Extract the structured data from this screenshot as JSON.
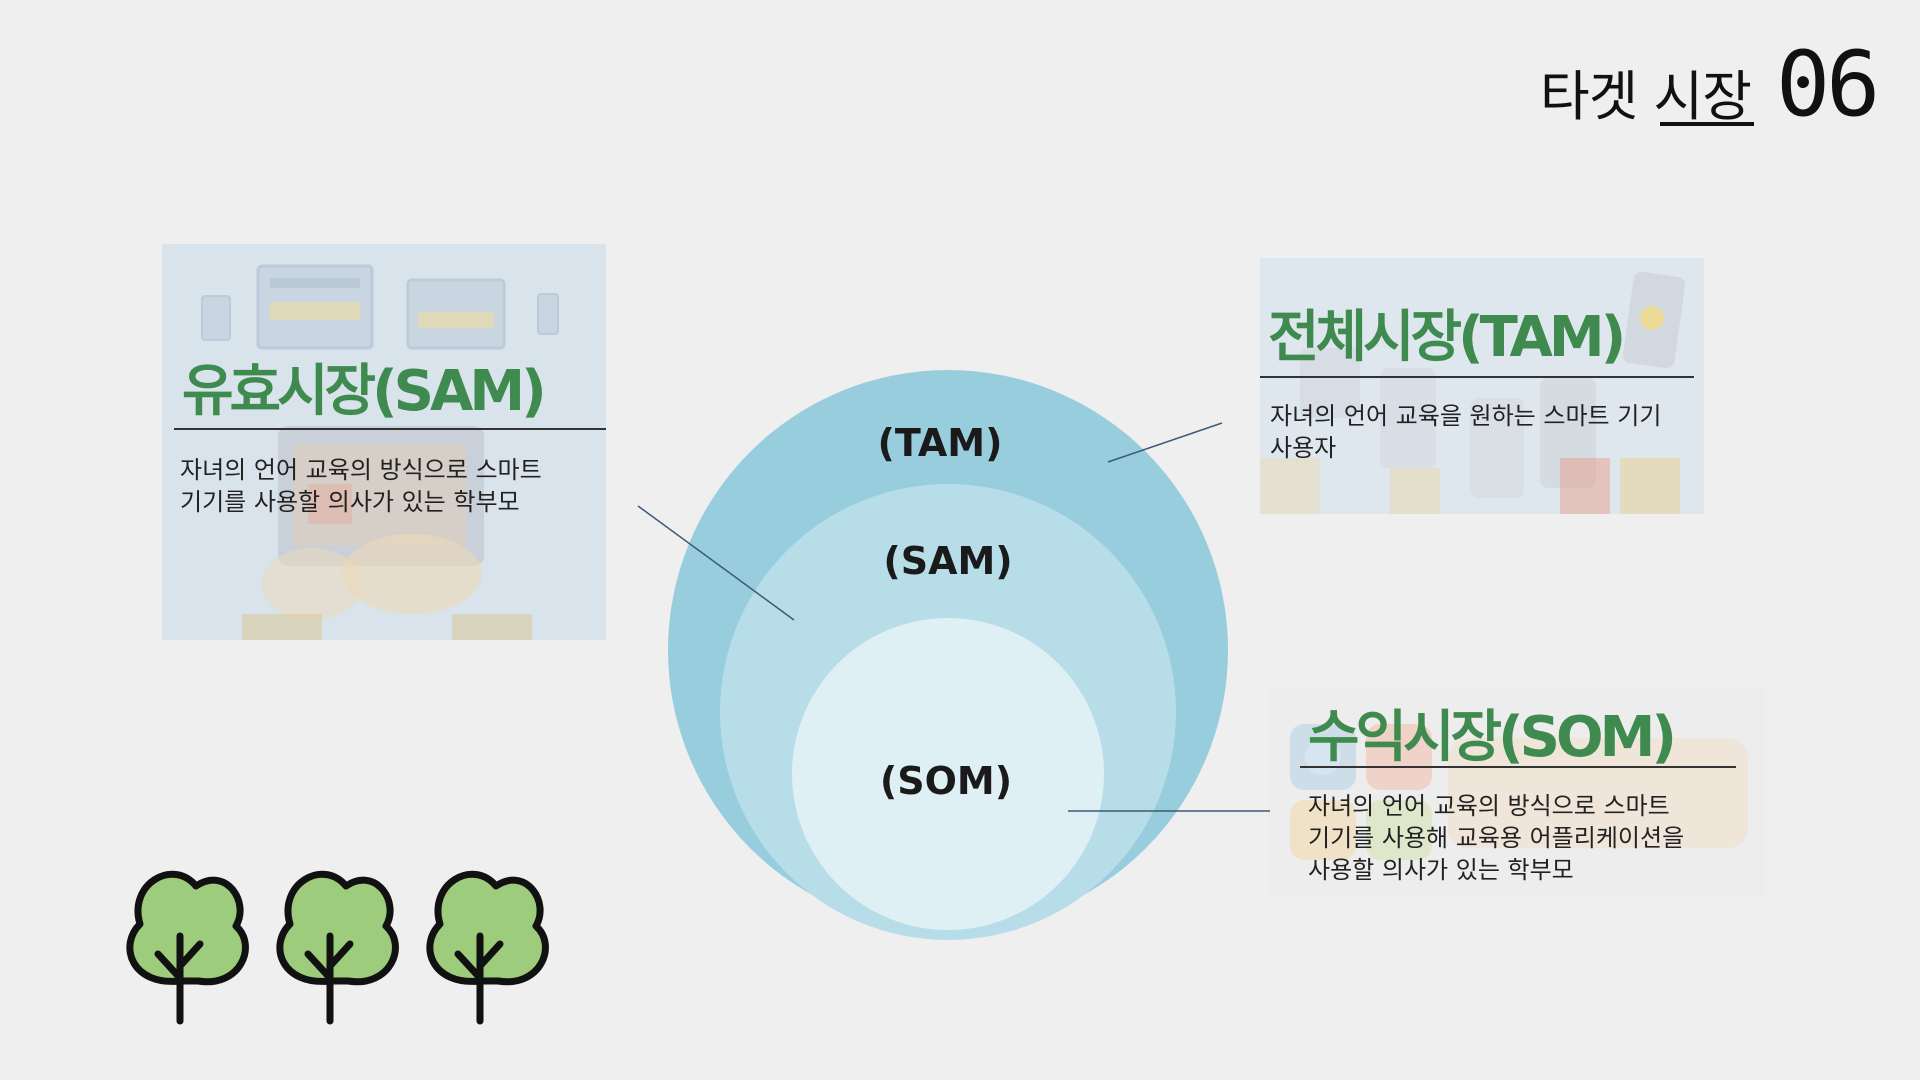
{
  "header": {
    "title": "타겟 시장",
    "section_number": "06"
  },
  "cards": {
    "sam": {
      "heading": "유효시장(SAM)",
      "description": "자녀의 언어 교육의 방식으로 스마트\n기기를 사용할 의사가 있는 학부모"
    },
    "tam": {
      "heading": "전체시장(TAM)",
      "description": "자녀의 언어 교육을 원하는 스마트 기기\n사용자"
    },
    "som": {
      "heading": "수익시장(SOM)",
      "description": "자녀의 언어 교육의 방식으로 스마트\n기기를 사용해 교육용 어플리케이션을\n사용할 의사가 있는 학부모"
    }
  },
  "diagram": {
    "outer_label": "(TAM)",
    "middle_label": "(SAM)",
    "inner_label": "(SOM)",
    "colors": {
      "outer": "#97cddd",
      "middle": "#b7dde9",
      "inner": "#dff0f5",
      "connector": "#3c5a7a"
    }
  },
  "decoration": {
    "tree_count": 3,
    "tree_color": "#9ccc7c",
    "accent_green": "#3f8a4f"
  }
}
